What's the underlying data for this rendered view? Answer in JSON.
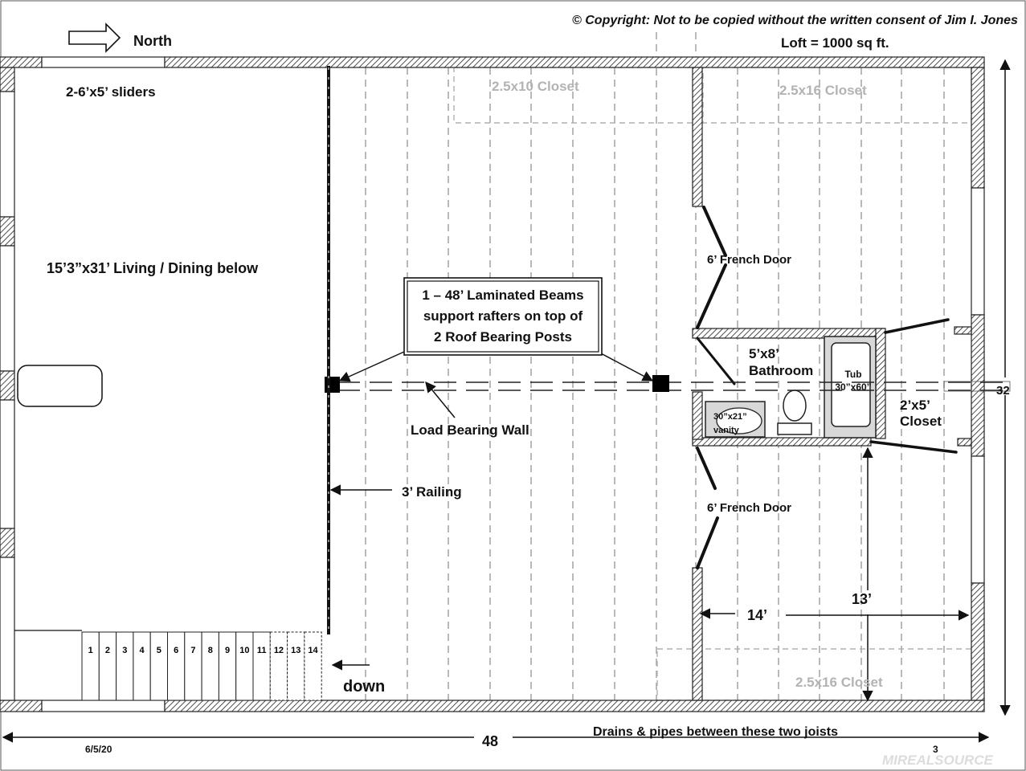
{
  "header": {
    "copyright": "© Copyright: Not to be copied without the written consent of Jim I. Jones",
    "north_label": "North",
    "loft_area": "Loft = 1000 sq ft."
  },
  "rooms": {
    "sliders": "2-6’x5’ sliders",
    "living": "15’3”x31’ Living / Dining below",
    "beam_note_line1": "1 – 48’ Laminated Beams",
    "beam_note_line2": "support rafters on top of",
    "beam_note_line3": "2 Roof Bearing Posts",
    "load_bearing_wall": "Load Bearing Wall",
    "railing": "3’ Railing",
    "down": "down",
    "french_door_top": "6’ French Door",
    "french_door_bottom": "6’ French Door",
    "bathroom_size": "5’x8’",
    "bathroom_name": "Bathroom",
    "tub_label": "Tub",
    "tub_size": "30”x60”",
    "vanity_size": "30”x21”",
    "vanity_label": "vanity",
    "closet_small_size": "2’x5’",
    "closet_small_name": "Closet",
    "closet_top_left": "2.5x10 Closet",
    "closet_top_right": "2.5x16 Closet",
    "closet_bottom_right": "2.5x16 Closet"
  },
  "dimensions": {
    "width_total": "48",
    "room_width": "14’",
    "room_depth": "13’",
    "side_partial": "32",
    "drains_note": "Drains & pipes between these two joists"
  },
  "stairs": [
    "1",
    "2",
    "3",
    "4",
    "5",
    "6",
    "7",
    "8",
    "9",
    "10",
    "11",
    "12",
    "13",
    "14"
  ],
  "footer": {
    "date": "6/5/20",
    "page": "3",
    "watermark": "MIREALSOURCE"
  }
}
